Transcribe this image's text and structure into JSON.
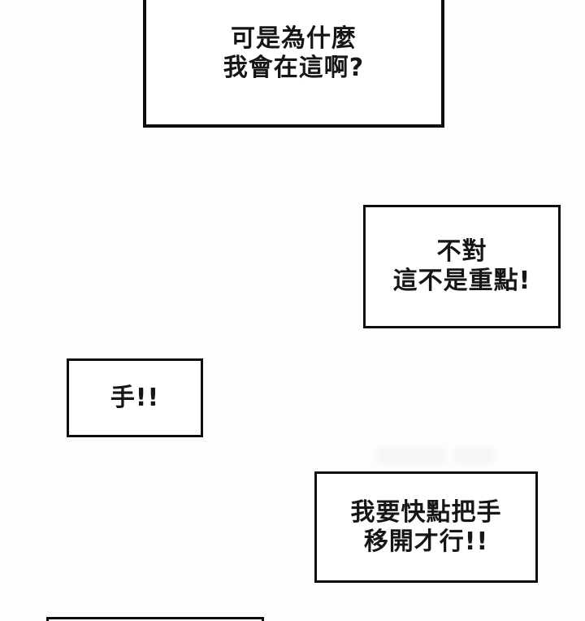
{
  "page": {
    "kind": "comic-page",
    "background_color": "#fdfdfd",
    "bubble_fill_color": "#ffffff",
    "bubble_border_color": "#0d0d0d",
    "text_color": "#161616"
  },
  "bubbles": [
    {
      "id": "bubble-top",
      "lines": [
        "可是為什麼",
        "我會在這啊?"
      ]
    },
    {
      "id": "bubble-middle-right",
      "lines": [
        "不對",
        "這不是重點!"
      ]
    },
    {
      "id": "bubble-left",
      "lines": [
        "手!!"
      ]
    },
    {
      "id": "bubble-bottom-right",
      "lines": [
        "我要快點把手",
        "移開才行!!"
      ]
    },
    {
      "id": "bubble-bottom-cropped",
      "lines": []
    }
  ]
}
